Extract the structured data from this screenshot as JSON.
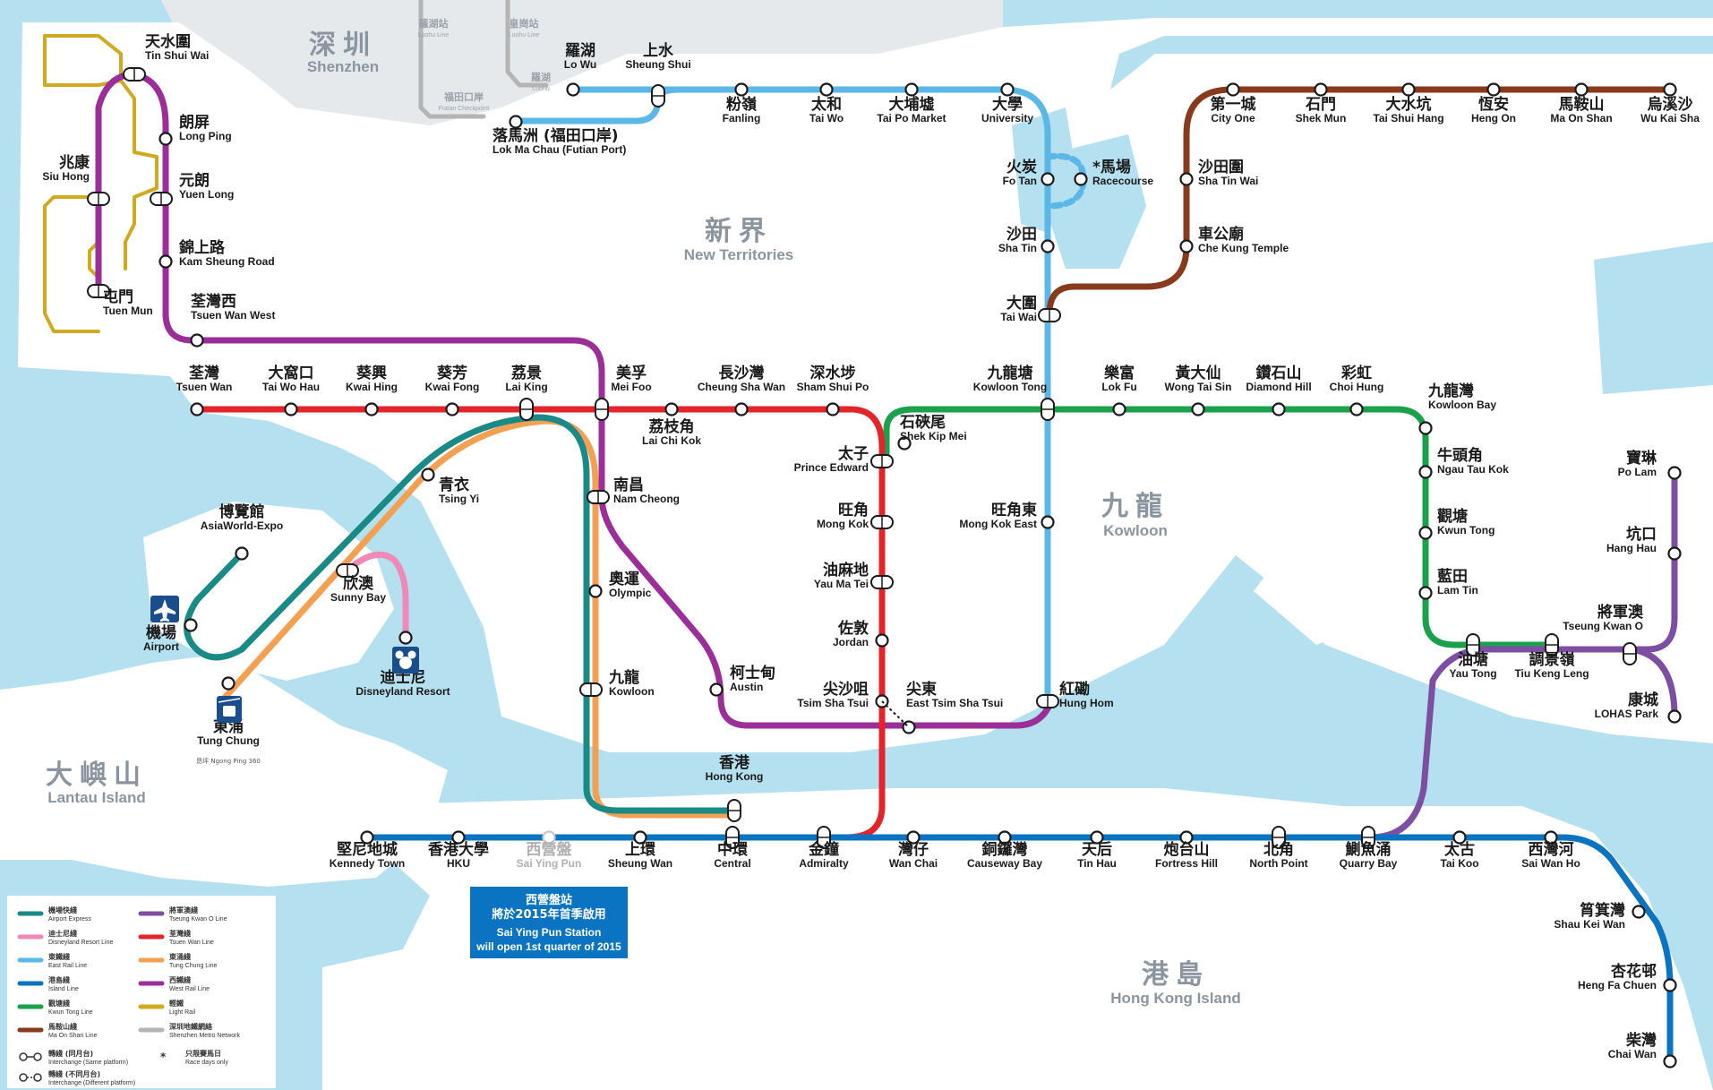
{
  "map": {
    "colors": {
      "sea": "#b4e0f0",
      "land": "#ffffff",
      "shenzhen": "#e6e9ec",
      "airport_express": "#1a8a87",
      "disneyland_resort": "#ef89b8",
      "east_rail": "#5bb7e6",
      "island": "#0a74c2",
      "kwun_tong": "#1ba04c",
      "ma_on_shan": "#8a3a1c",
      "tseung_kwan_o": "#7d4fa3",
      "tsuen_wan": "#e3242b",
      "tung_chung": "#f3a053",
      "west_rail": "#9b2e98",
      "light_rail": "#d1a91f",
      "shenzhen_metro": "#b4b4b4"
    },
    "areas": [
      {
        "id": "shenzhen",
        "zh": "深圳",
        "en": "Shenzhen"
      },
      {
        "id": "new-territories",
        "zh": "新界",
        "en": "New Territories"
      },
      {
        "id": "kowloon",
        "zh": "九龍",
        "en": "Kowloon"
      },
      {
        "id": "lantau",
        "zh": "大嶼山",
        "en": "Lantau Island"
      },
      {
        "id": "hong-kong-island",
        "zh": "港島",
        "en": "Hong Kong Island"
      }
    ],
    "shenzhen_labels": [
      {
        "zh": "羅湖站",
        "en": "Luohu Line"
      },
      {
        "zh": "皇崗站",
        "en": "Luohu Line"
      },
      {
        "zh": "福田口岸",
        "en": "Futian Checkpoint"
      },
      {
        "zh": "羅湖",
        "en": "Luohu"
      }
    ],
    "stations": [
      {
        "id": "tin-shui-wai",
        "zh": "天水圍",
        "en": "Tin Shui Wai"
      },
      {
        "id": "long-ping",
        "zh": "朗屏",
        "en": "Long Ping"
      },
      {
        "id": "siu-hong",
        "zh": "兆康",
        "en": "Siu Hong"
      },
      {
        "id": "yuen-long",
        "zh": "元朗",
        "en": "Yuen Long"
      },
      {
        "id": "kam-sheung-road",
        "zh": "錦上路",
        "en": "Kam Sheung Road"
      },
      {
        "id": "tuen-mun",
        "zh": "屯門",
        "en": "Tuen Mun"
      },
      {
        "id": "tsuen-wan-west",
        "zh": "荃灣西",
        "en": "Tsuen Wan West"
      },
      {
        "id": "lo-wu",
        "zh": "羅湖",
        "en": "Lo Wu"
      },
      {
        "id": "sheung-shui",
        "zh": "上水",
        "en": "Sheung Shui"
      },
      {
        "id": "lok-ma-chau",
        "zh": "落馬洲 (福田口岸)",
        "en": "Lok Ma Chau (Futian Port)"
      },
      {
        "id": "fanling",
        "zh": "粉嶺",
        "en": "Fanling"
      },
      {
        "id": "tai-wo",
        "zh": "太和",
        "en": "Tai Wo"
      },
      {
        "id": "tai-po-market",
        "zh": "大埔墟",
        "en": "Tai Po Market"
      },
      {
        "id": "university",
        "zh": "大學",
        "en": "University"
      },
      {
        "id": "fo-tan",
        "zh": "火炭",
        "en": "Fo Tan"
      },
      {
        "id": "racecourse",
        "zh": "*馬場",
        "en": "Racecourse"
      },
      {
        "id": "sha-tin",
        "zh": "沙田",
        "en": "Sha Tin"
      },
      {
        "id": "tai-wai",
        "zh": "大圍",
        "en": "Tai Wai"
      },
      {
        "id": "city-one",
        "zh": "第一城",
        "en": "City One"
      },
      {
        "id": "shek-mun",
        "zh": "石門",
        "en": "Shek Mun"
      },
      {
        "id": "tai-shui-hang",
        "zh": "大水坑",
        "en": "Tai Shui Hang"
      },
      {
        "id": "heng-on",
        "zh": "恆安",
        "en": "Heng On"
      },
      {
        "id": "ma-on-shan",
        "zh": "馬鞍山",
        "en": "Ma On Shan"
      },
      {
        "id": "wu-kai-sha",
        "zh": "烏溪沙",
        "en": "Wu Kai Sha"
      },
      {
        "id": "sha-tin-wai",
        "zh": "沙田圍",
        "en": "Sha Tin Wai"
      },
      {
        "id": "che-kung-temple",
        "zh": "車公廟",
        "en": "Che Kung Temple"
      },
      {
        "id": "tsuen-wan",
        "zh": "荃灣",
        "en": "Tsuen Wan"
      },
      {
        "id": "tai-wo-hau",
        "zh": "大窩口",
        "en": "Tai Wo Hau"
      },
      {
        "id": "kwai-hing",
        "zh": "葵興",
        "en": "Kwai Hing"
      },
      {
        "id": "kwai-fong",
        "zh": "葵芳",
        "en": "Kwai Fong"
      },
      {
        "id": "lai-king",
        "zh": "荔景",
        "en": "Lai King"
      },
      {
        "id": "mei-foo",
        "zh": "美孚",
        "en": "Mei Foo"
      },
      {
        "id": "cheung-sha-wan",
        "zh": "長沙灣",
        "en": "Cheung Sha Wan"
      },
      {
        "id": "sham-shui-po",
        "zh": "深水埗",
        "en": "Sham Shui Po"
      },
      {
        "id": "lai-chi-kok",
        "zh": "荔枝角",
        "en": "Lai Chi Kok"
      },
      {
        "id": "kowloon-tong",
        "zh": "九龍塘",
        "en": "Kowloon Tong"
      },
      {
        "id": "lok-fu",
        "zh": "樂富",
        "en": "Lok Fu"
      },
      {
        "id": "wong-tai-sin",
        "zh": "黃大仙",
        "en": "Wong Tai Sin"
      },
      {
        "id": "diamond-hill",
        "zh": "鑽石山",
        "en": "Diamond Hill"
      },
      {
        "id": "choi-hung",
        "zh": "彩虹",
        "en": "Choi Hung"
      },
      {
        "id": "kowloon-bay",
        "zh": "九龍灣",
        "en": "Kowloon Bay"
      },
      {
        "id": "shek-kip-mei",
        "zh": "石硤尾",
        "en": "Shek Kip Mei"
      },
      {
        "id": "prince-edward",
        "zh": "太子",
        "en": "Prince Edward"
      },
      {
        "id": "mong-kok",
        "zh": "旺角",
        "en": "Mong Kok"
      },
      {
        "id": "mong-kok-east",
        "zh": "旺角東",
        "en": "Mong Kok East"
      },
      {
        "id": "yau-ma-tei",
        "zh": "油麻地",
        "en": "Yau Ma Tei"
      },
      {
        "id": "jordan",
        "zh": "佐敦",
        "en": "Jordan"
      },
      {
        "id": "tsim-sha-tsui",
        "zh": "尖沙咀",
        "en": "Tsim Sha Tsui"
      },
      {
        "id": "east-tsim-sha-tsui",
        "zh": "尖東",
        "en": "East Tsim Sha Tsui"
      },
      {
        "id": "hung-hom",
        "zh": "紅磡",
        "en": "Hung Hom"
      },
      {
        "id": "nam-cheong",
        "zh": "南昌",
        "en": "Nam Cheong"
      },
      {
        "id": "tsing-yi",
        "zh": "青衣",
        "en": "Tsing Yi"
      },
      {
        "id": "asiaworld-expo",
        "zh": "博覽館",
        "en": "AsiaWorld-Expo"
      },
      {
        "id": "sunny-bay",
        "zh": "欣澳",
        "en": "Sunny Bay"
      },
      {
        "id": "airport",
        "zh": "機場",
        "en": "Airport"
      },
      {
        "id": "disneyland-resort",
        "zh": "迪士尼",
        "en": "Disneyland Resort"
      },
      {
        "id": "tung-chung",
        "zh": "東涌",
        "en": "Tung Chung"
      },
      {
        "id": "olympic",
        "zh": "奧運",
        "en": "Olympic"
      },
      {
        "id": "kowloon",
        "zh": "九龍",
        "en": "Kowloon"
      },
      {
        "id": "austin",
        "zh": "柯士甸",
        "en": "Austin"
      },
      {
        "id": "hong-kong",
        "zh": "香港",
        "en": "Hong Kong"
      },
      {
        "id": "po-lam",
        "zh": "寶琳",
        "en": "Po Lam"
      },
      {
        "id": "hang-hau",
        "zh": "坑口",
        "en": "Hang Hau"
      },
      {
        "id": "tseung-kwan-o",
        "zh": "將軍澳",
        "en": "Tseung Kwan O"
      },
      {
        "id": "lohas-park",
        "zh": "康城",
        "en": "LOHAS Park"
      },
      {
        "id": "ngau-tau-kok",
        "zh": "牛頭角",
        "en": "Ngau Tau Kok"
      },
      {
        "id": "kwun-tong",
        "zh": "觀塘",
        "en": "Kwun Tong"
      },
      {
        "id": "lam-tin",
        "zh": "藍田",
        "en": "Lam Tin"
      },
      {
        "id": "yau-tong",
        "zh": "油塘",
        "en": "Yau Tong"
      },
      {
        "id": "tiu-keng-leng",
        "zh": "調景嶺",
        "en": "Tiu Keng Leng"
      },
      {
        "id": "kennedy-town",
        "zh": "堅尼地城",
        "en": "Kennedy Town"
      },
      {
        "id": "hku",
        "zh": "香港大學",
        "en": "HKU"
      },
      {
        "id": "sai-ying-pun",
        "zh": "西營盤",
        "en": "Sai Ying Pun"
      },
      {
        "id": "sheung-wan",
        "zh": "上環",
        "en": "Sheung Wan"
      },
      {
        "id": "central",
        "zh": "中環",
        "en": "Central"
      },
      {
        "id": "admiralty",
        "zh": "金鐘",
        "en": "Admiralty"
      },
      {
        "id": "wan-chai",
        "zh": "灣仔",
        "en": "Wan Chai"
      },
      {
        "id": "causeway-bay",
        "zh": "銅鑼灣",
        "en": "Causeway Bay"
      },
      {
        "id": "tin-hau",
        "zh": "天后",
        "en": "Tin Hau"
      },
      {
        "id": "fortress-hill",
        "zh": "炮台山",
        "en": "Fortress Hill"
      },
      {
        "id": "north-point",
        "zh": "北角",
        "en": "North Point"
      },
      {
        "id": "quarry-bay",
        "zh": "鰂魚涌",
        "en": "Quarry Bay"
      },
      {
        "id": "tai-koo",
        "zh": "太古",
        "en": "Tai Koo"
      },
      {
        "id": "sai-wan-ho",
        "zh": "西灣河",
        "en": "Sai Wan Ho"
      },
      {
        "id": "shau-kei-wan",
        "zh": "筲箕灣",
        "en": "Shau Kei Wan"
      },
      {
        "id": "heng-fa-chuen",
        "zh": "杏花邨",
        "en": "Heng Fa Chuen"
      },
      {
        "id": "chai-wan",
        "zh": "柴灣",
        "en": "Chai Wan"
      }
    ],
    "notice": {
      "zh_1": "西營盤站",
      "zh_2": "將於2015年首季啟用",
      "en_1": "Sai Ying Pun Station",
      "en_2": "will open 1st quarter of 2015"
    },
    "tung_chung_note": "昂坪 Ngong Ping 360",
    "legend": [
      {
        "zh": "機場快綫",
        "en": "Airport Express",
        "color_key": "airport_express"
      },
      {
        "zh": "迪士尼綫",
        "en": "Disneyland Resort Line",
        "color_key": "disneyland_resort"
      },
      {
        "zh": "東鐵綫",
        "en": "East Rail Line",
        "color_key": "east_rail"
      },
      {
        "zh": "港島綫",
        "en": "Island Line",
        "color_key": "island"
      },
      {
        "zh": "觀塘綫",
        "en": "Kwun Tong Line",
        "color_key": "kwun_tong"
      },
      {
        "zh": "馬鞍山綫",
        "en": "Ma On Shan Line",
        "color_key": "ma_on_shan"
      },
      {
        "zh": "將軍澳綫",
        "en": "Tseung Kwan O Line",
        "color_key": "tseung_kwan_o"
      },
      {
        "zh": "荃灣綫",
        "en": "Tsuen Wan Line",
        "color_key": "tsuen_wan"
      },
      {
        "zh": "東涌綫",
        "en": "Tung Chung Line",
        "color_key": "tung_chung"
      },
      {
        "zh": "西鐵綫",
        "en": "West Rail Line",
        "color_key": "west_rail"
      },
      {
        "zh": "輕鐵",
        "en": "Light Rail",
        "color_key": "light_rail"
      },
      {
        "zh": "深圳地鐵網絡",
        "en": "Shenzhen Metro Network",
        "color_key": "shenzhen_metro"
      }
    ],
    "legend_symbols": [
      {
        "zh": "轉綫 (同月台)",
        "en": "Interchange (Same platform)"
      },
      {
        "zh": "轉綫 (不同月台)",
        "en": "Interchange (Different platform)"
      },
      {
        "zh": "只限賽馬日",
        "en": "Race days only"
      }
    ]
  }
}
